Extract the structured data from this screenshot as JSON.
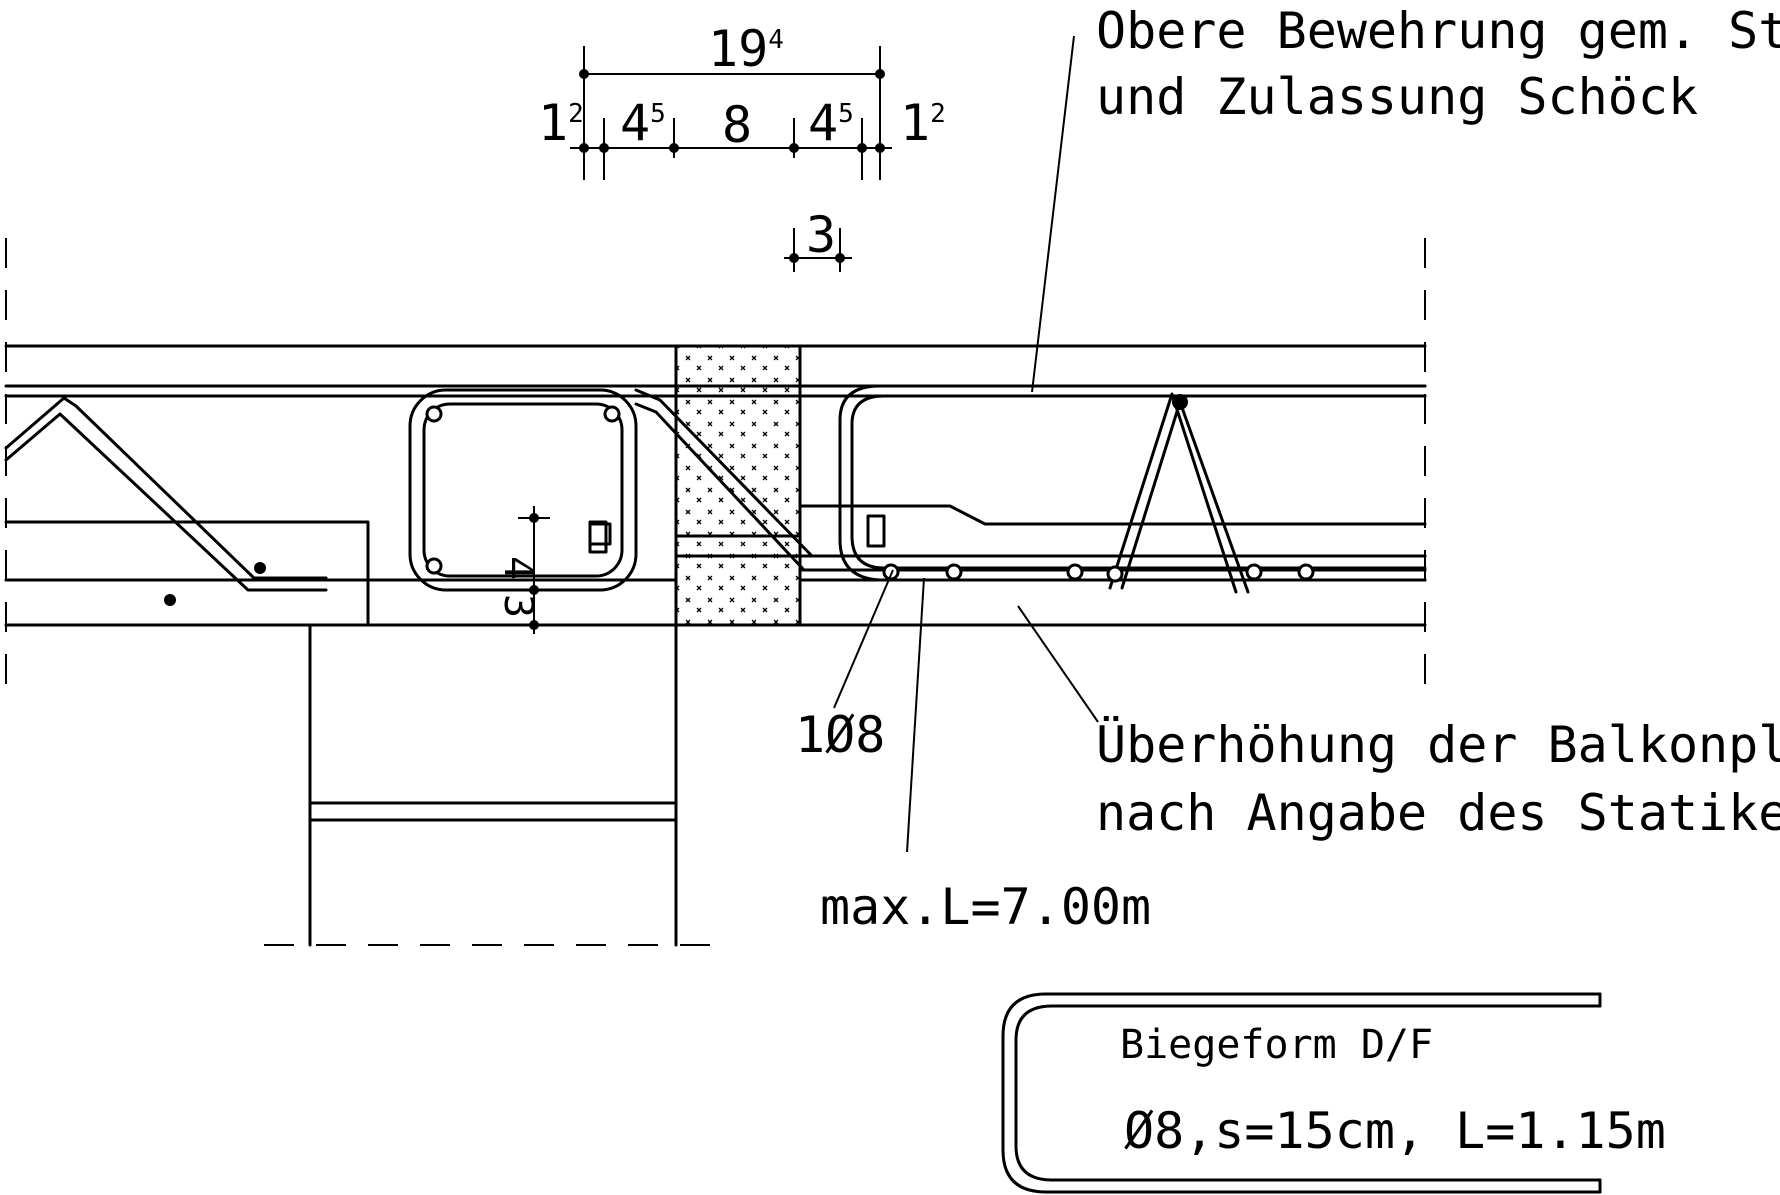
{
  "annotations": {
    "top_reinforcement_line1": "Obere Bewehrung gem. Statik",
    "top_reinforcement_line2": "und Zulassung Schöck",
    "camber_line1": "Überhöhung der Balkonplatte",
    "camber_line2": "nach Angabe des Statikers",
    "bar_label": "1Ø8",
    "max_length": "max.L=7.00m"
  },
  "dimensions": {
    "overall": {
      "main": "19",
      "sup": "4"
    },
    "chain": [
      {
        "main": "1",
        "sup": "2"
      },
      {
        "main": "4",
        "sup": "5"
      },
      {
        "main": "8",
        "sup": ""
      },
      {
        "main": "4",
        "sup": "5"
      },
      {
        "main": "1",
        "sup": "2"
      }
    ],
    "gap": "3",
    "vertical_upper": "4",
    "vertical_lower": "3"
  },
  "bending_schedule": {
    "title": "Biegeform D/F",
    "spec": "Ø8,s=15cm, L=1.15m"
  }
}
